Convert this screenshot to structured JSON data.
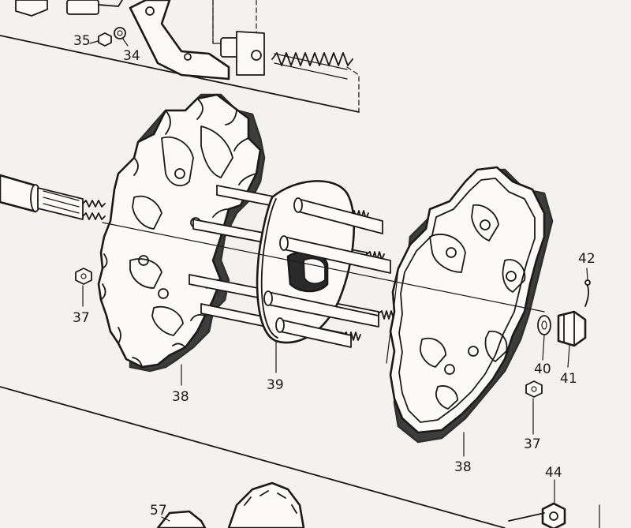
{
  "diagram": {
    "labels": {
      "p34": "34",
      "p35": "35",
      "p37a": "37",
      "p37b": "37",
      "p38a": "38",
      "p38b": "38",
      "p39": "39",
      "p40": "40",
      "p41": "41",
      "p42": "42",
      "p44": "44",
      "p57": "57"
    },
    "colors": {
      "paper": "#f4f2ef",
      "ink": "#1a1a1a"
    }
  }
}
